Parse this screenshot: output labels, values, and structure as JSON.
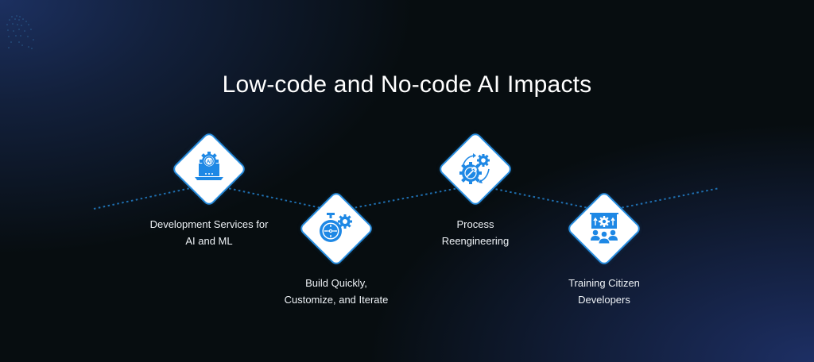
{
  "title": "Low-code and No-code AI Impacts",
  "colors": {
    "accent": "#2a8fe0",
    "icon": "#1e88e5",
    "dotted_line": "#1f6fb0",
    "background_dark": "#070d10",
    "background_glow": "#1d2f64",
    "text": "#ffffff"
  },
  "steps": [
    {
      "icon": "ai-laptop-gear-icon",
      "label_line1": "Development Services for",
      "label_line2": "AI and ML"
    },
    {
      "icon": "stopwatch-gear-icon",
      "label_line1": "Build Quickly,",
      "label_line2": "Customize, and Iterate"
    },
    {
      "icon": "gears-wrench-cycle-icon",
      "label_line1": "Process",
      "label_line2": "Reengineering"
    },
    {
      "icon": "presentation-team-icon",
      "label_line1": "Training Citizen",
      "label_line2": "Developers"
    }
  ]
}
